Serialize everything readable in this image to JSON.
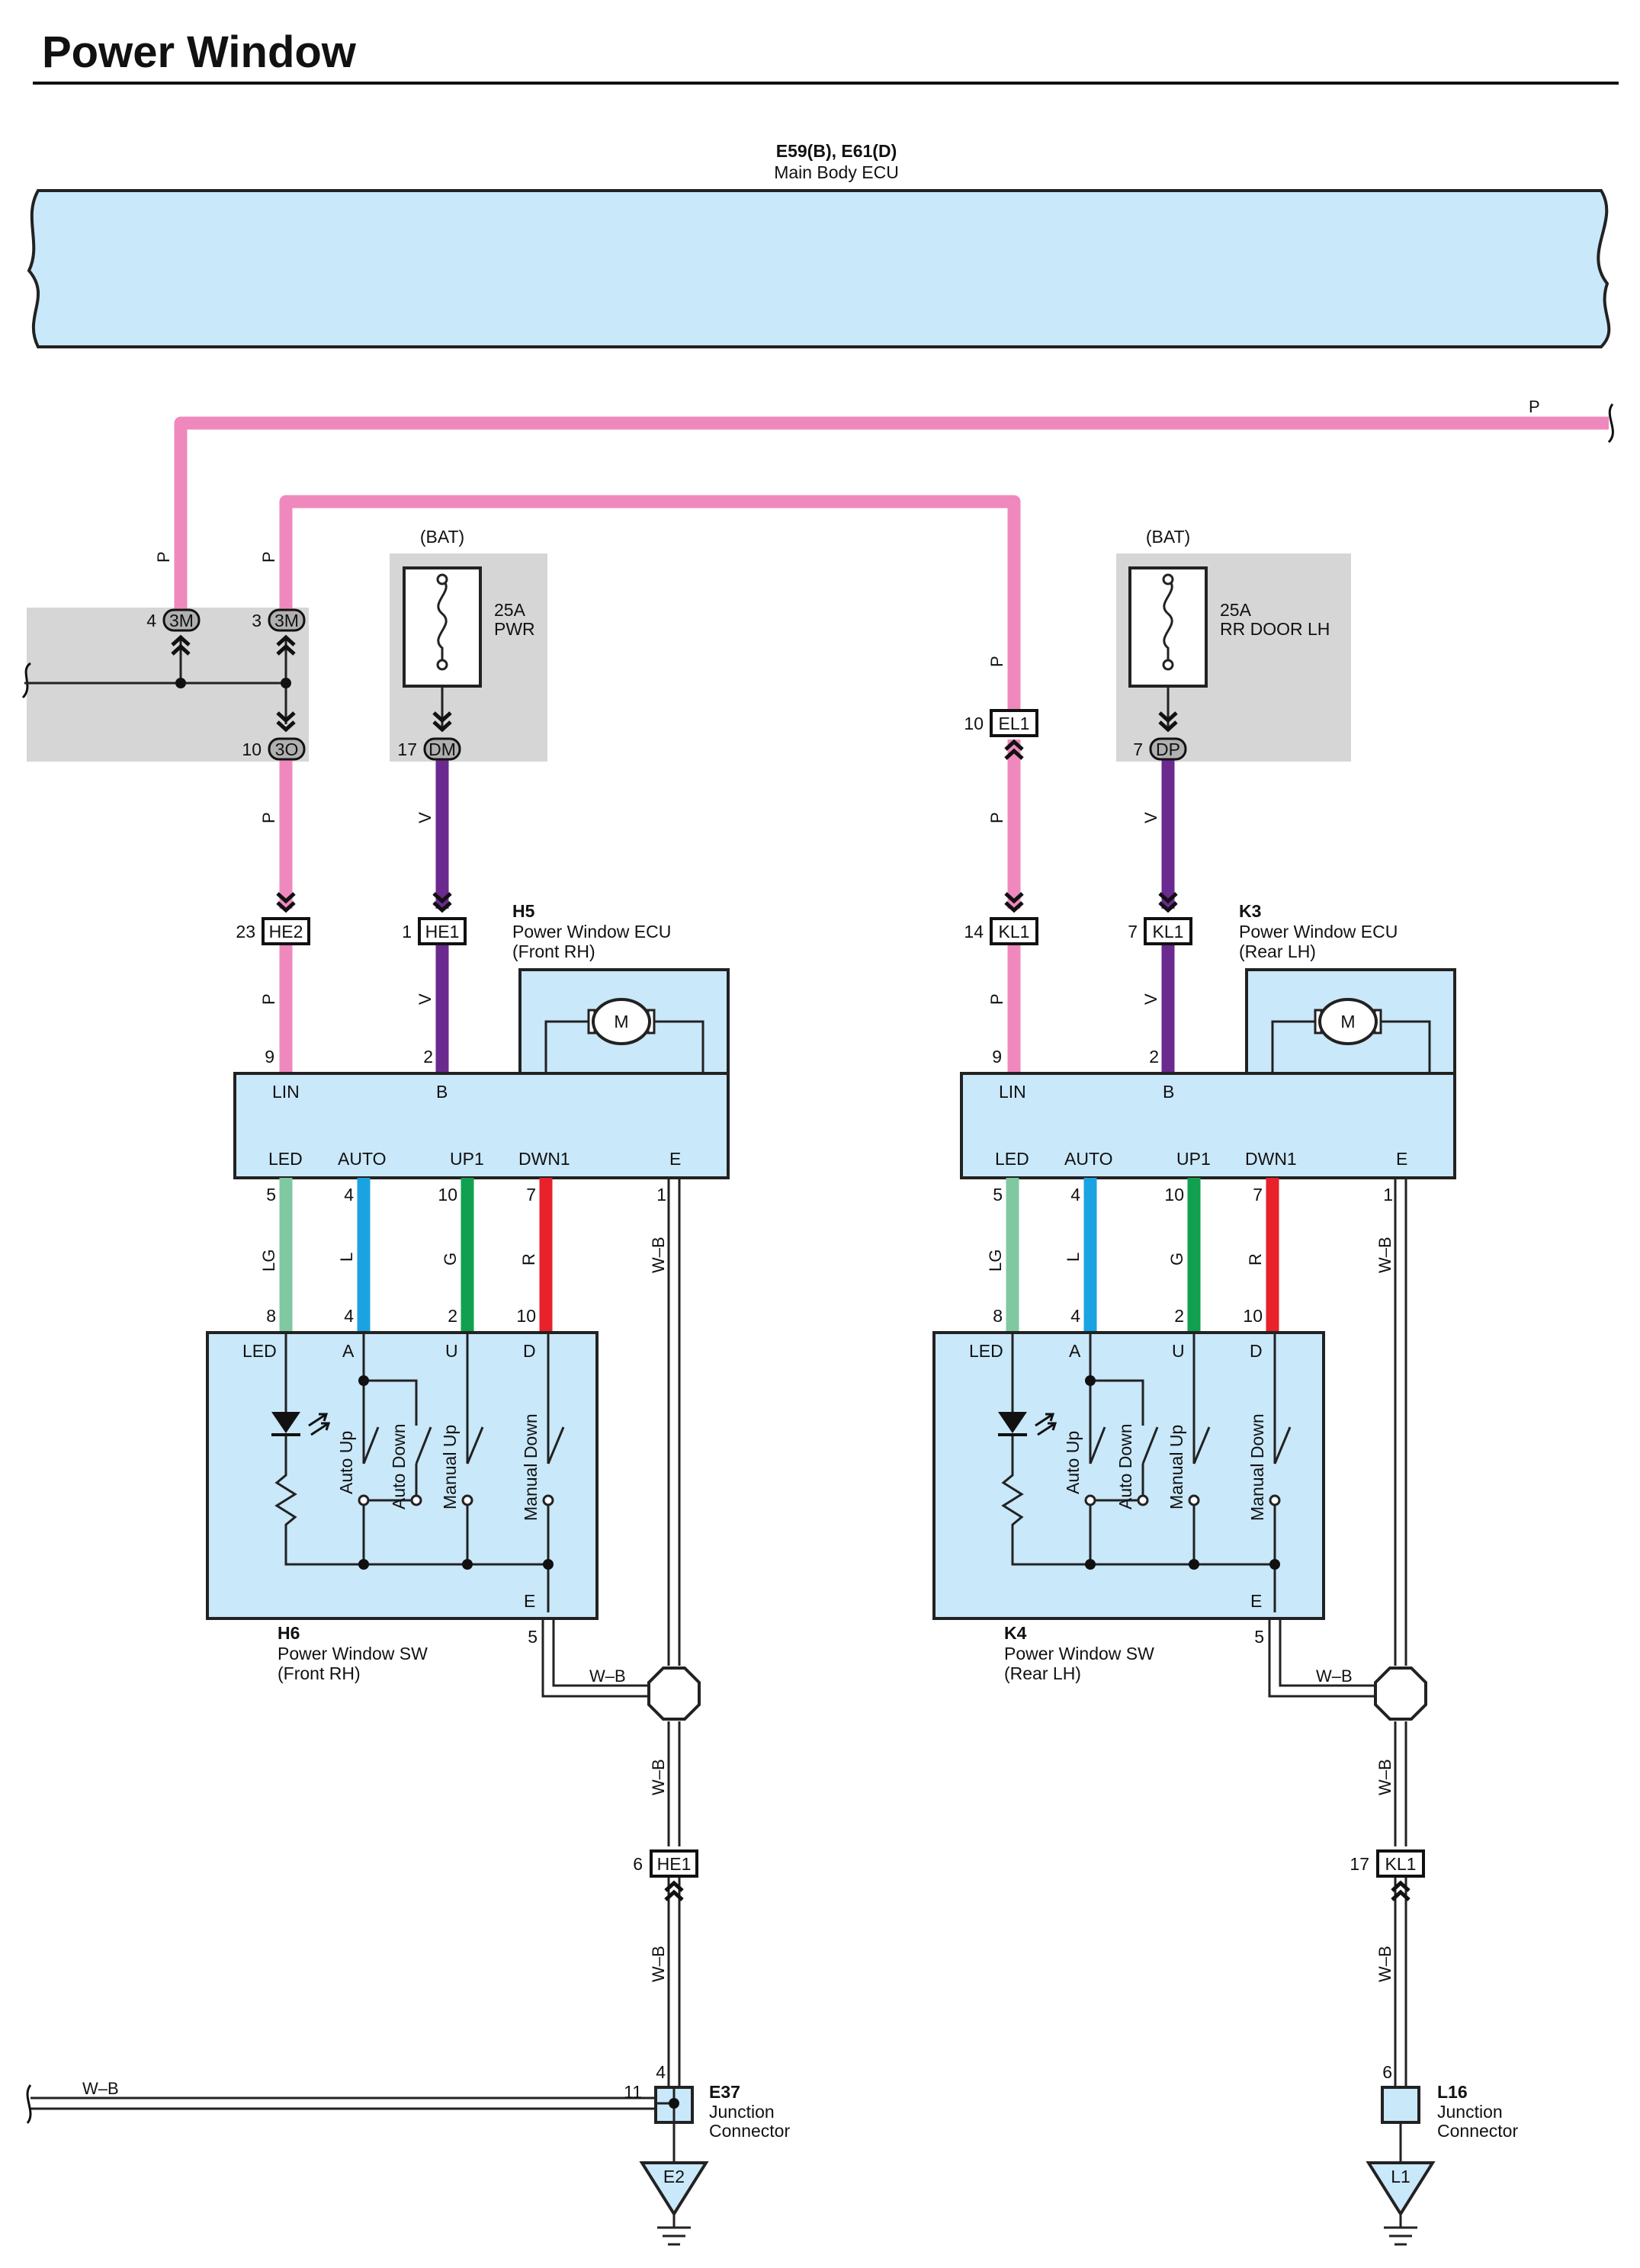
{
  "title": "Power Window",
  "main_ecu": {
    "connector": "E59(B), E61(D)",
    "name": "Main Body ECU"
  },
  "colors": {
    "pink": "#ef88bd",
    "violet": "#6b2a8f",
    "light_green": "#80c8a0",
    "blue": "#1aa3e0",
    "green": "#10a050",
    "red": "#e8212a",
    "box_fill": "#c9e8fa",
    "grey_fill": "#d6d6d6",
    "line": "#222222"
  },
  "wire_codes": {
    "p": "P",
    "v": "V",
    "lg": "LG",
    "l": "L",
    "g": "G",
    "r": "R",
    "wb": "W–B"
  },
  "jb": {
    "conn_3m": "3M",
    "pin_3m_a": "4",
    "pin_3m_b": "3",
    "conn_3o": "3O",
    "pin_3o": "10"
  },
  "fuse_front": {
    "bat": "(BAT)",
    "rating": "25A",
    "name": "PWR",
    "conn": "DM",
    "pin": "17"
  },
  "fuse_rear": {
    "bat": "(BAT)",
    "rating": "25A",
    "name": "RR DOOR LH",
    "conn": "DP",
    "pin": "7"
  },
  "el1": {
    "conn": "EL1",
    "pin": "10"
  },
  "front": {
    "he2": {
      "conn": "HE2",
      "pin": "23"
    },
    "he1_top": {
      "conn": "HE1",
      "pin": "1"
    },
    "he1_bot": {
      "conn": "HE1",
      "pin": "6"
    },
    "ecu": {
      "code": "H5",
      "name": "Power Window ECU",
      "side": "(Front RH)"
    },
    "sw": {
      "code": "H6",
      "name": "Power Window SW",
      "side": "(Front RH)"
    },
    "jc": {
      "code": "E37",
      "l1": "Junction",
      "l2": "Connector",
      "pin_top": "4",
      "pin_left": "11"
    },
    "ground": "E2"
  },
  "rear": {
    "kl1_p": {
      "conn": "KL1",
      "pin": "14"
    },
    "kl1_v": {
      "conn": "KL1",
      "pin": "7"
    },
    "kl1_bot": {
      "conn": "KL1",
      "pin": "17"
    },
    "ecu": {
      "code": "K3",
      "name": "Power Window ECU",
      "side": "(Rear LH)"
    },
    "sw": {
      "code": "K4",
      "name": "Power Window SW",
      "side": "(Rear LH)"
    },
    "jc": {
      "code": "L16",
      "l1": "Junction",
      "l2": "Connector",
      "pin_top": "6"
    },
    "ground": "L1"
  },
  "ecu_pins": {
    "lin": "LIN",
    "lin_pin": "9",
    "b": "B",
    "b_pin": "2",
    "led": "LED",
    "led_pin": "5",
    "auto": "AUTO",
    "auto_pin": "4",
    "up1": "UP1",
    "up1_pin": "10",
    "dwn1": "DWN1",
    "dwn1_pin": "7",
    "e": "E",
    "e_pin": "1",
    "motor": "M"
  },
  "sw_pins": {
    "led": "LED",
    "led_pin": "8",
    "a": "A",
    "a_pin": "4",
    "u": "U",
    "u_pin": "2",
    "d": "D",
    "d_pin": "10",
    "e": "E",
    "e_pin": "5",
    "auto_up": "Auto Up",
    "auto_down": "Auto Down",
    "manual_up": "Manual Up",
    "manual_down": "Manual Down"
  }
}
